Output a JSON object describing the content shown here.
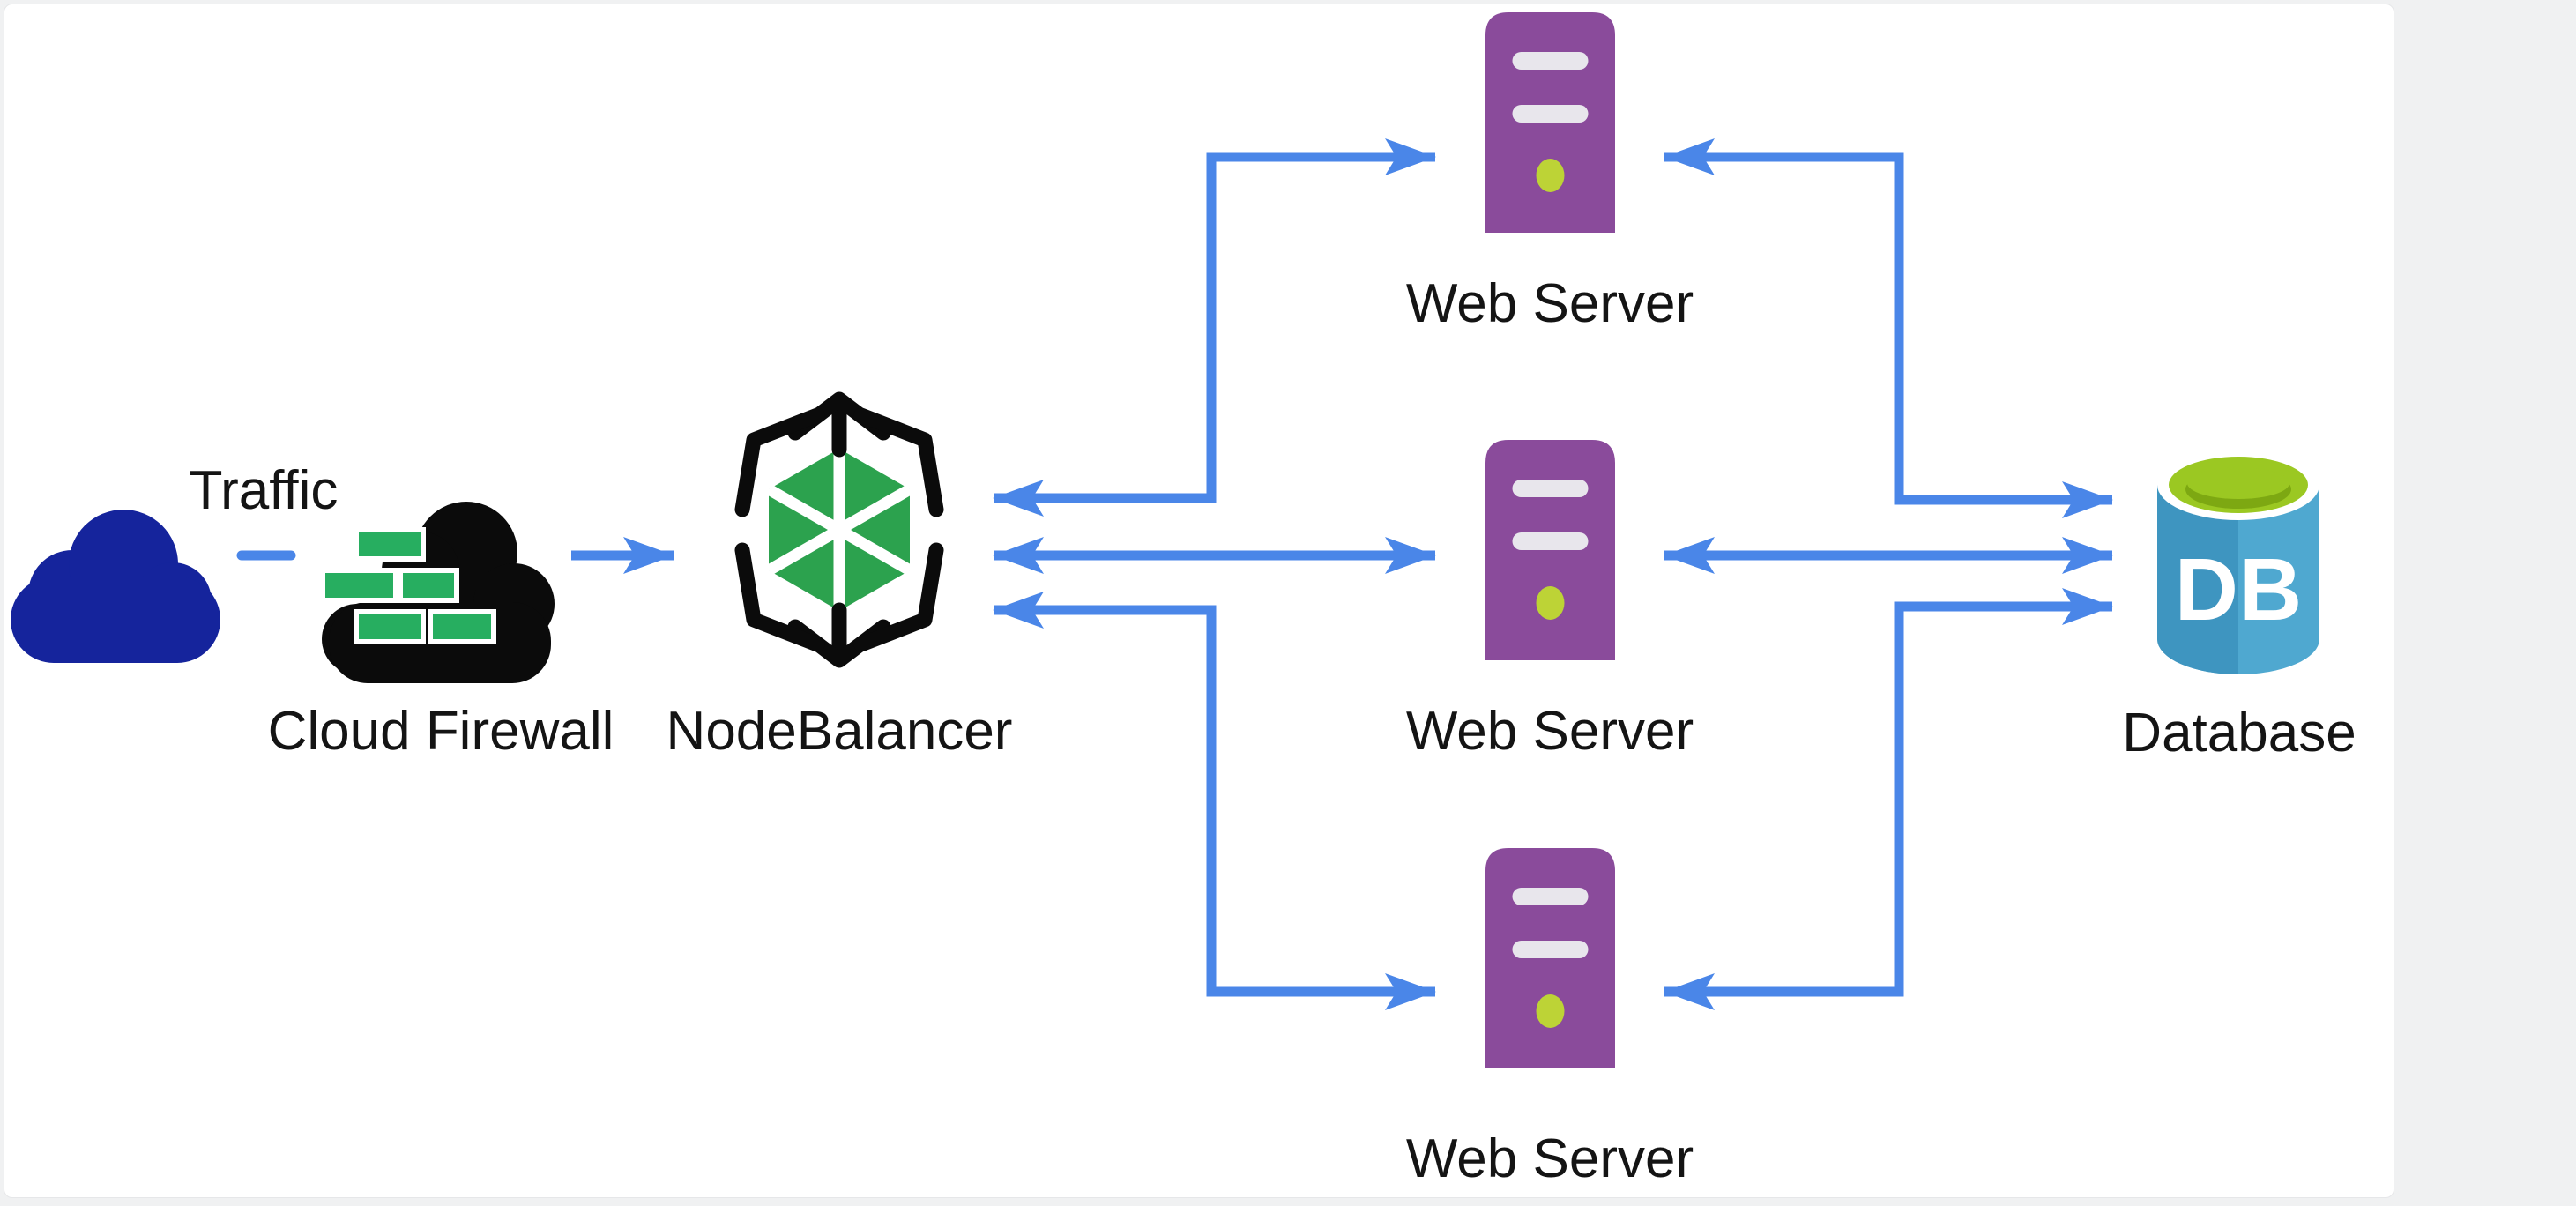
{
  "page": {
    "background_color": "#f0f1f2",
    "canvas_color": "#ffffff"
  },
  "diagram": {
    "connector_color": "#4a86e8",
    "label_color": "#141414",
    "nodes": [
      {
        "id": "traffic",
        "label": "Traffic",
        "icon": "cloud-icon",
        "icon_color": "#15249c"
      },
      {
        "id": "cloud-firewall",
        "label": "Cloud Firewall",
        "icon": "firewall-cloud-icon",
        "icon_colors": {
          "cloud": "#0b0b0b",
          "bricks": "#27ae60",
          "mortar": "#ffffff"
        }
      },
      {
        "id": "nodebalancer",
        "label": "NodeBalancer",
        "icon": "nodebalancer-icon",
        "icon_colors": {
          "hexagon": "#2ca24e",
          "spokes": "#ffffff",
          "arrows": "#0b0b0b"
        }
      },
      {
        "id": "web-server-1",
        "label": "Web Server",
        "icon": "server-icon",
        "icon_colors": {
          "body": "#8a4b9b",
          "slots": "#e8e6ec",
          "led": "#bdd336"
        }
      },
      {
        "id": "web-server-2",
        "label": "Web Server",
        "icon": "server-icon",
        "icon_colors": {
          "body": "#8a4b9b",
          "slots": "#e8e6ec",
          "led": "#bdd336"
        }
      },
      {
        "id": "web-server-3",
        "label": "Web Server",
        "icon": "server-icon",
        "icon_colors": {
          "body": "#8a4b9b",
          "slots": "#e8e6ec",
          "led": "#bdd336"
        }
      },
      {
        "id": "database",
        "label": "Database",
        "badge": "DB",
        "icon": "database-cylinder-icon",
        "icon_colors": {
          "body": "#4fa8d0",
          "body_shade": "#3e95c0",
          "lid": "#9bc822",
          "lid_shade": "#7da812",
          "rim": "#ffffff",
          "badge_text": "#ffffff"
        }
      }
    ],
    "edges": [
      {
        "from": "traffic",
        "to": "cloud-firewall",
        "style": "dashed",
        "arrows": "none"
      },
      {
        "from": "cloud-firewall",
        "to": "nodebalancer",
        "style": "solid",
        "arrows": "forward"
      },
      {
        "from": "nodebalancer",
        "to": "web-server-1",
        "style": "solid",
        "arrows": "both"
      },
      {
        "from": "nodebalancer",
        "to": "web-server-2",
        "style": "solid",
        "arrows": "both"
      },
      {
        "from": "nodebalancer",
        "to": "web-server-3",
        "style": "solid",
        "arrows": "both"
      },
      {
        "from": "web-server-1",
        "to": "database",
        "style": "solid",
        "arrows": "both"
      },
      {
        "from": "web-server-2",
        "to": "database",
        "style": "solid",
        "arrows": "both"
      },
      {
        "from": "web-server-3",
        "to": "database",
        "style": "solid",
        "arrows": "both"
      }
    ]
  }
}
